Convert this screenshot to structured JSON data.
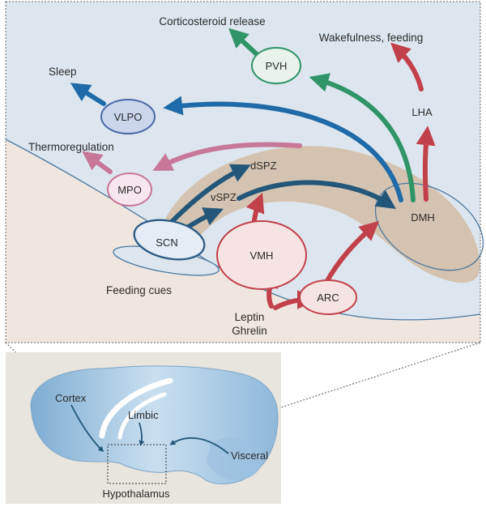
{
  "colors": {
    "blue_arrow": "#1f6aa8",
    "dark_arrow": "#23577a",
    "green_arrow": "#2f9468",
    "red_arrow": "#c2404a",
    "pink_arrow": "#c77797",
    "panel_bg": "#dde6ee",
    "tissue": "#d4c3b0",
    "floor": "#efe6df",
    "brain": "#aac9e2"
  },
  "nodes": {
    "pvh": "PVH",
    "vlpo": "VLPO",
    "mpo": "MPO",
    "scn": "SCN",
    "vmh": "VMH",
    "arc": "ARC",
    "dmh": "DMH",
    "lha": "LHA"
  },
  "regions": {
    "dspz": "dSPZ",
    "vspz": "vSPZ"
  },
  "outputs": {
    "corticosteroid": "Corticosteroid release",
    "wakefulness": "Wakefulness, feeding",
    "sleep": "Sleep",
    "thermoregulation": "Thermoregulation"
  },
  "inputs": {
    "feeding_cues": "Feeding cues",
    "leptin": "Leptin",
    "ghrelin": "Ghrelin"
  },
  "brain": {
    "cortex": "Cortex",
    "limbic": "Limbic",
    "visceral": "Visceral",
    "hypothalamus": "Hypothalamus"
  }
}
